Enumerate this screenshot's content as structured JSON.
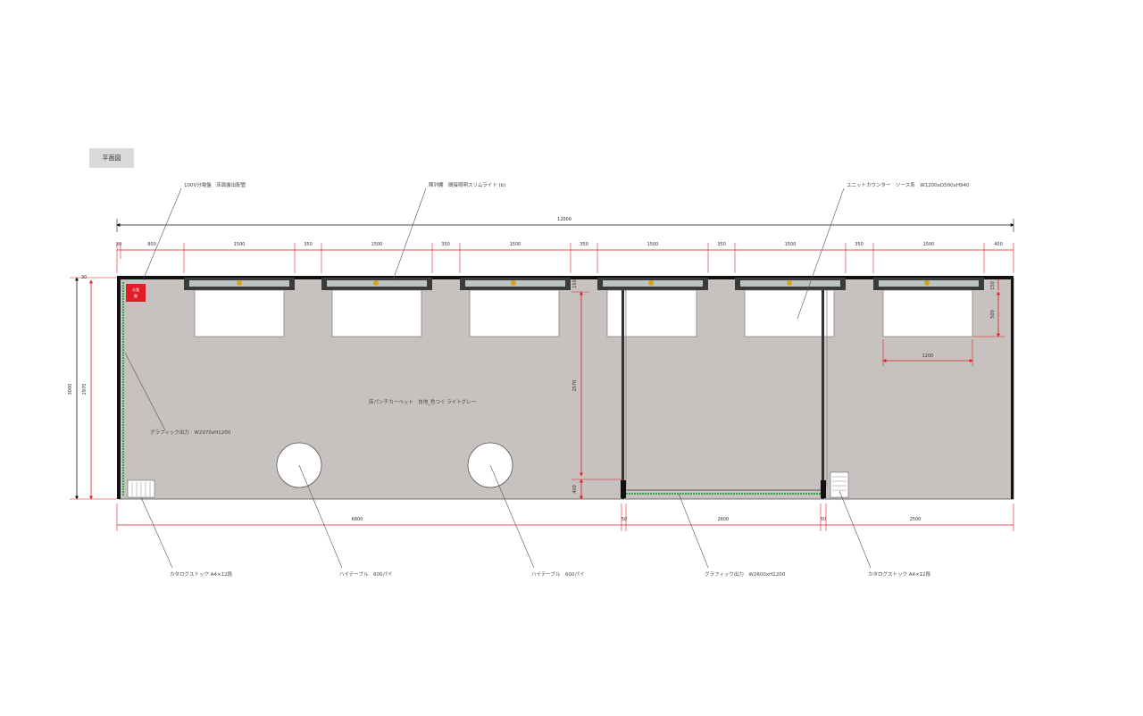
{
  "title": "平面図",
  "callouts": {
    "power": "100V分電盤　床面露出配管",
    "lighting": "陳列棚　間接照明スリムライト (b)",
    "counter": "ユニットカウンター　ソース系　W1200xD500xH940",
    "carpet": "床パンチカーペット　白地_色つぐ ライトグレー",
    "graphic_wall": "グラフィック出力　W2970xH1200",
    "catalog_left": "カタログストック A4×12段",
    "table1": "ハイテーブル　600パイ",
    "table2": "ハイテーブル　600パイ",
    "graphic_bottom": "グラフィック出力　W2600xH1200",
    "catalog_right": "カタログストック A4×12段"
  },
  "power_box": "分電\n盤",
  "dims": {
    "total": "12000",
    "top": [
      "30",
      "800",
      "1500",
      "350",
      "1500",
      "350",
      "1500",
      "350",
      "1500",
      "350",
      "1500",
      "350",
      "1500",
      "400"
    ],
    "left_total": "3000",
    "left_inner": "2970",
    "left_top": "30",
    "mid_v1": "2570",
    "mid_v2": "400",
    "right_v1": "150",
    "right_v2": "500",
    "counter_w": "1200",
    "bottom": [
      "6800",
      "50",
      "2600",
      "50",
      "2500"
    ]
  },
  "colors": {
    "floor": "#c7c1bf",
    "dimension": "#e01e25",
    "wall": "#111111",
    "green": "#3aa24a",
    "gold": "#d8a21c"
  }
}
